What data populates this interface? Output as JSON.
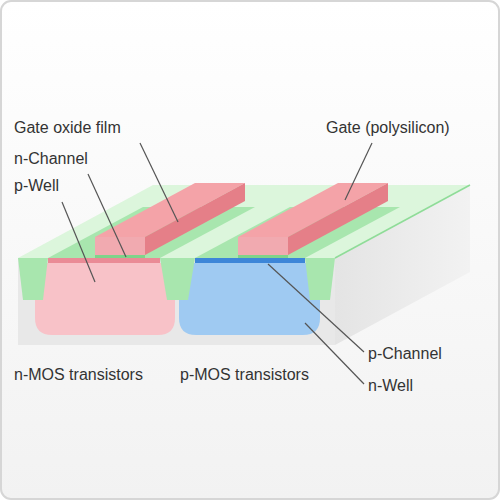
{
  "diagram": {
    "labels": [
      "Gate oxide film",
      "Gate (polysilicon)",
      "n-Channel",
      "p-Well",
      "n-MOS transistors",
      "p-MOS transistors",
      "p-Channel",
      "n-Well"
    ]
  }
}
